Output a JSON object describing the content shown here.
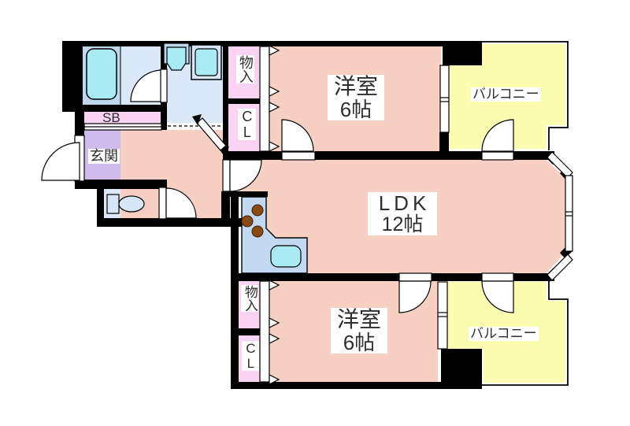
{
  "plan": {
    "type": "apartment-floor-plan",
    "labels": {
      "room_top": {
        "name": "洋室",
        "size": "6帖"
      },
      "ldk": {
        "name": "LDK",
        "size": "12帖"
      },
      "room_bottom": {
        "name": "洋室",
        "size": "6帖"
      },
      "balcony_top": "バルコニー",
      "balcony_bottom": "バルコニー",
      "genkan": "玄関",
      "shoe_box": "SB",
      "storage_top": "物入",
      "closet_top": "CL",
      "storage_bottom": "物入",
      "closet_bottom": "CL"
    }
  },
  "colors": {
    "room": "#f7d0c3",
    "balcony": "#fcfcb0",
    "closet": "#f9d3f1",
    "entrance": "#cfbcec",
    "bath_floor": "#bdd7ee",
    "washroom_floor": "#dae8f8",
    "counter": "#c3d9f2",
    "fixture": "#a9eaf3",
    "appliance": "#d6e6f7",
    "burner": "#8a4a16",
    "wall": "#000000",
    "text": "#2e2e2e"
  }
}
